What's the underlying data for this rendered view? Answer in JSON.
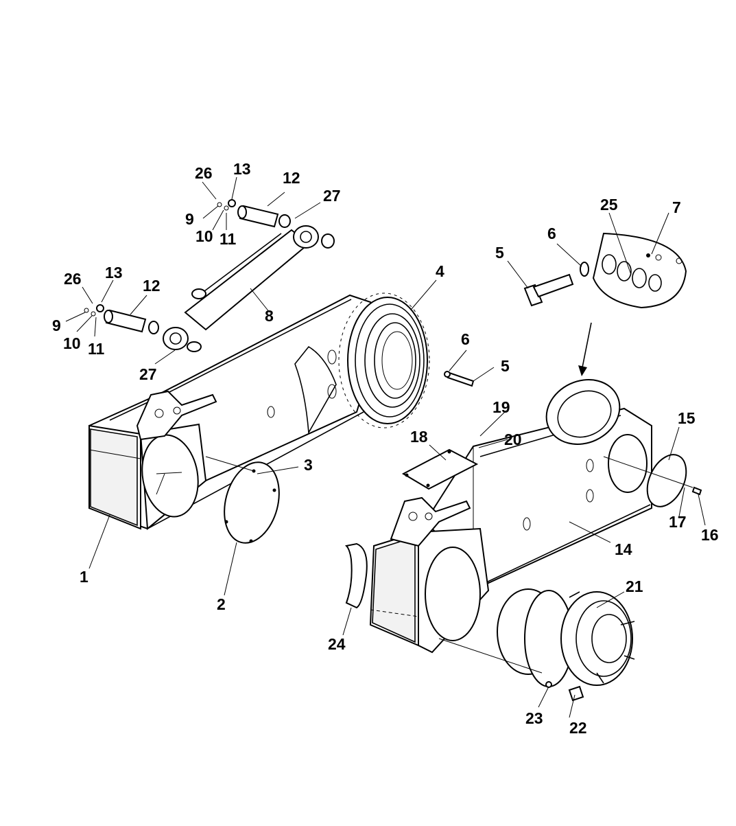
{
  "diagram": {
    "callouts": [
      {
        "id": "c1",
        "text": "1"
      },
      {
        "id": "c2",
        "text": "2"
      },
      {
        "id": "c3",
        "text": "3"
      },
      {
        "id": "c4",
        "text": "4"
      },
      {
        "id": "c5a",
        "text": "5"
      },
      {
        "id": "c5b",
        "text": "5"
      },
      {
        "id": "c6a",
        "text": "6"
      },
      {
        "id": "c6b",
        "text": "6"
      },
      {
        "id": "c7",
        "text": "7"
      },
      {
        "id": "c8",
        "text": "8"
      },
      {
        "id": "c9a",
        "text": "9"
      },
      {
        "id": "c9b",
        "text": "9"
      },
      {
        "id": "c10a",
        "text": "10"
      },
      {
        "id": "c10b",
        "text": "10"
      },
      {
        "id": "c11a",
        "text": "11"
      },
      {
        "id": "c11b",
        "text": "11"
      },
      {
        "id": "c12a",
        "text": "12"
      },
      {
        "id": "c12b",
        "text": "12"
      },
      {
        "id": "c13a",
        "text": "13"
      },
      {
        "id": "c13b",
        "text": "13"
      },
      {
        "id": "c14",
        "text": "14"
      },
      {
        "id": "c15",
        "text": "15"
      },
      {
        "id": "c16",
        "text": "16"
      },
      {
        "id": "c17",
        "text": "17"
      },
      {
        "id": "c18",
        "text": "18"
      },
      {
        "id": "c19",
        "text": "19"
      },
      {
        "id": "c20",
        "text": "20"
      },
      {
        "id": "c21",
        "text": "21"
      },
      {
        "id": "c22",
        "text": "22"
      },
      {
        "id": "c23",
        "text": "23"
      },
      {
        "id": "c24",
        "text": "24"
      },
      {
        "id": "c25",
        "text": "25"
      },
      {
        "id": "c26a",
        "text": "26"
      },
      {
        "id": "c26b",
        "text": "26"
      },
      {
        "id": "c27a",
        "text": "27"
      },
      {
        "id": "c27b",
        "text": "27"
      }
    ]
  }
}
